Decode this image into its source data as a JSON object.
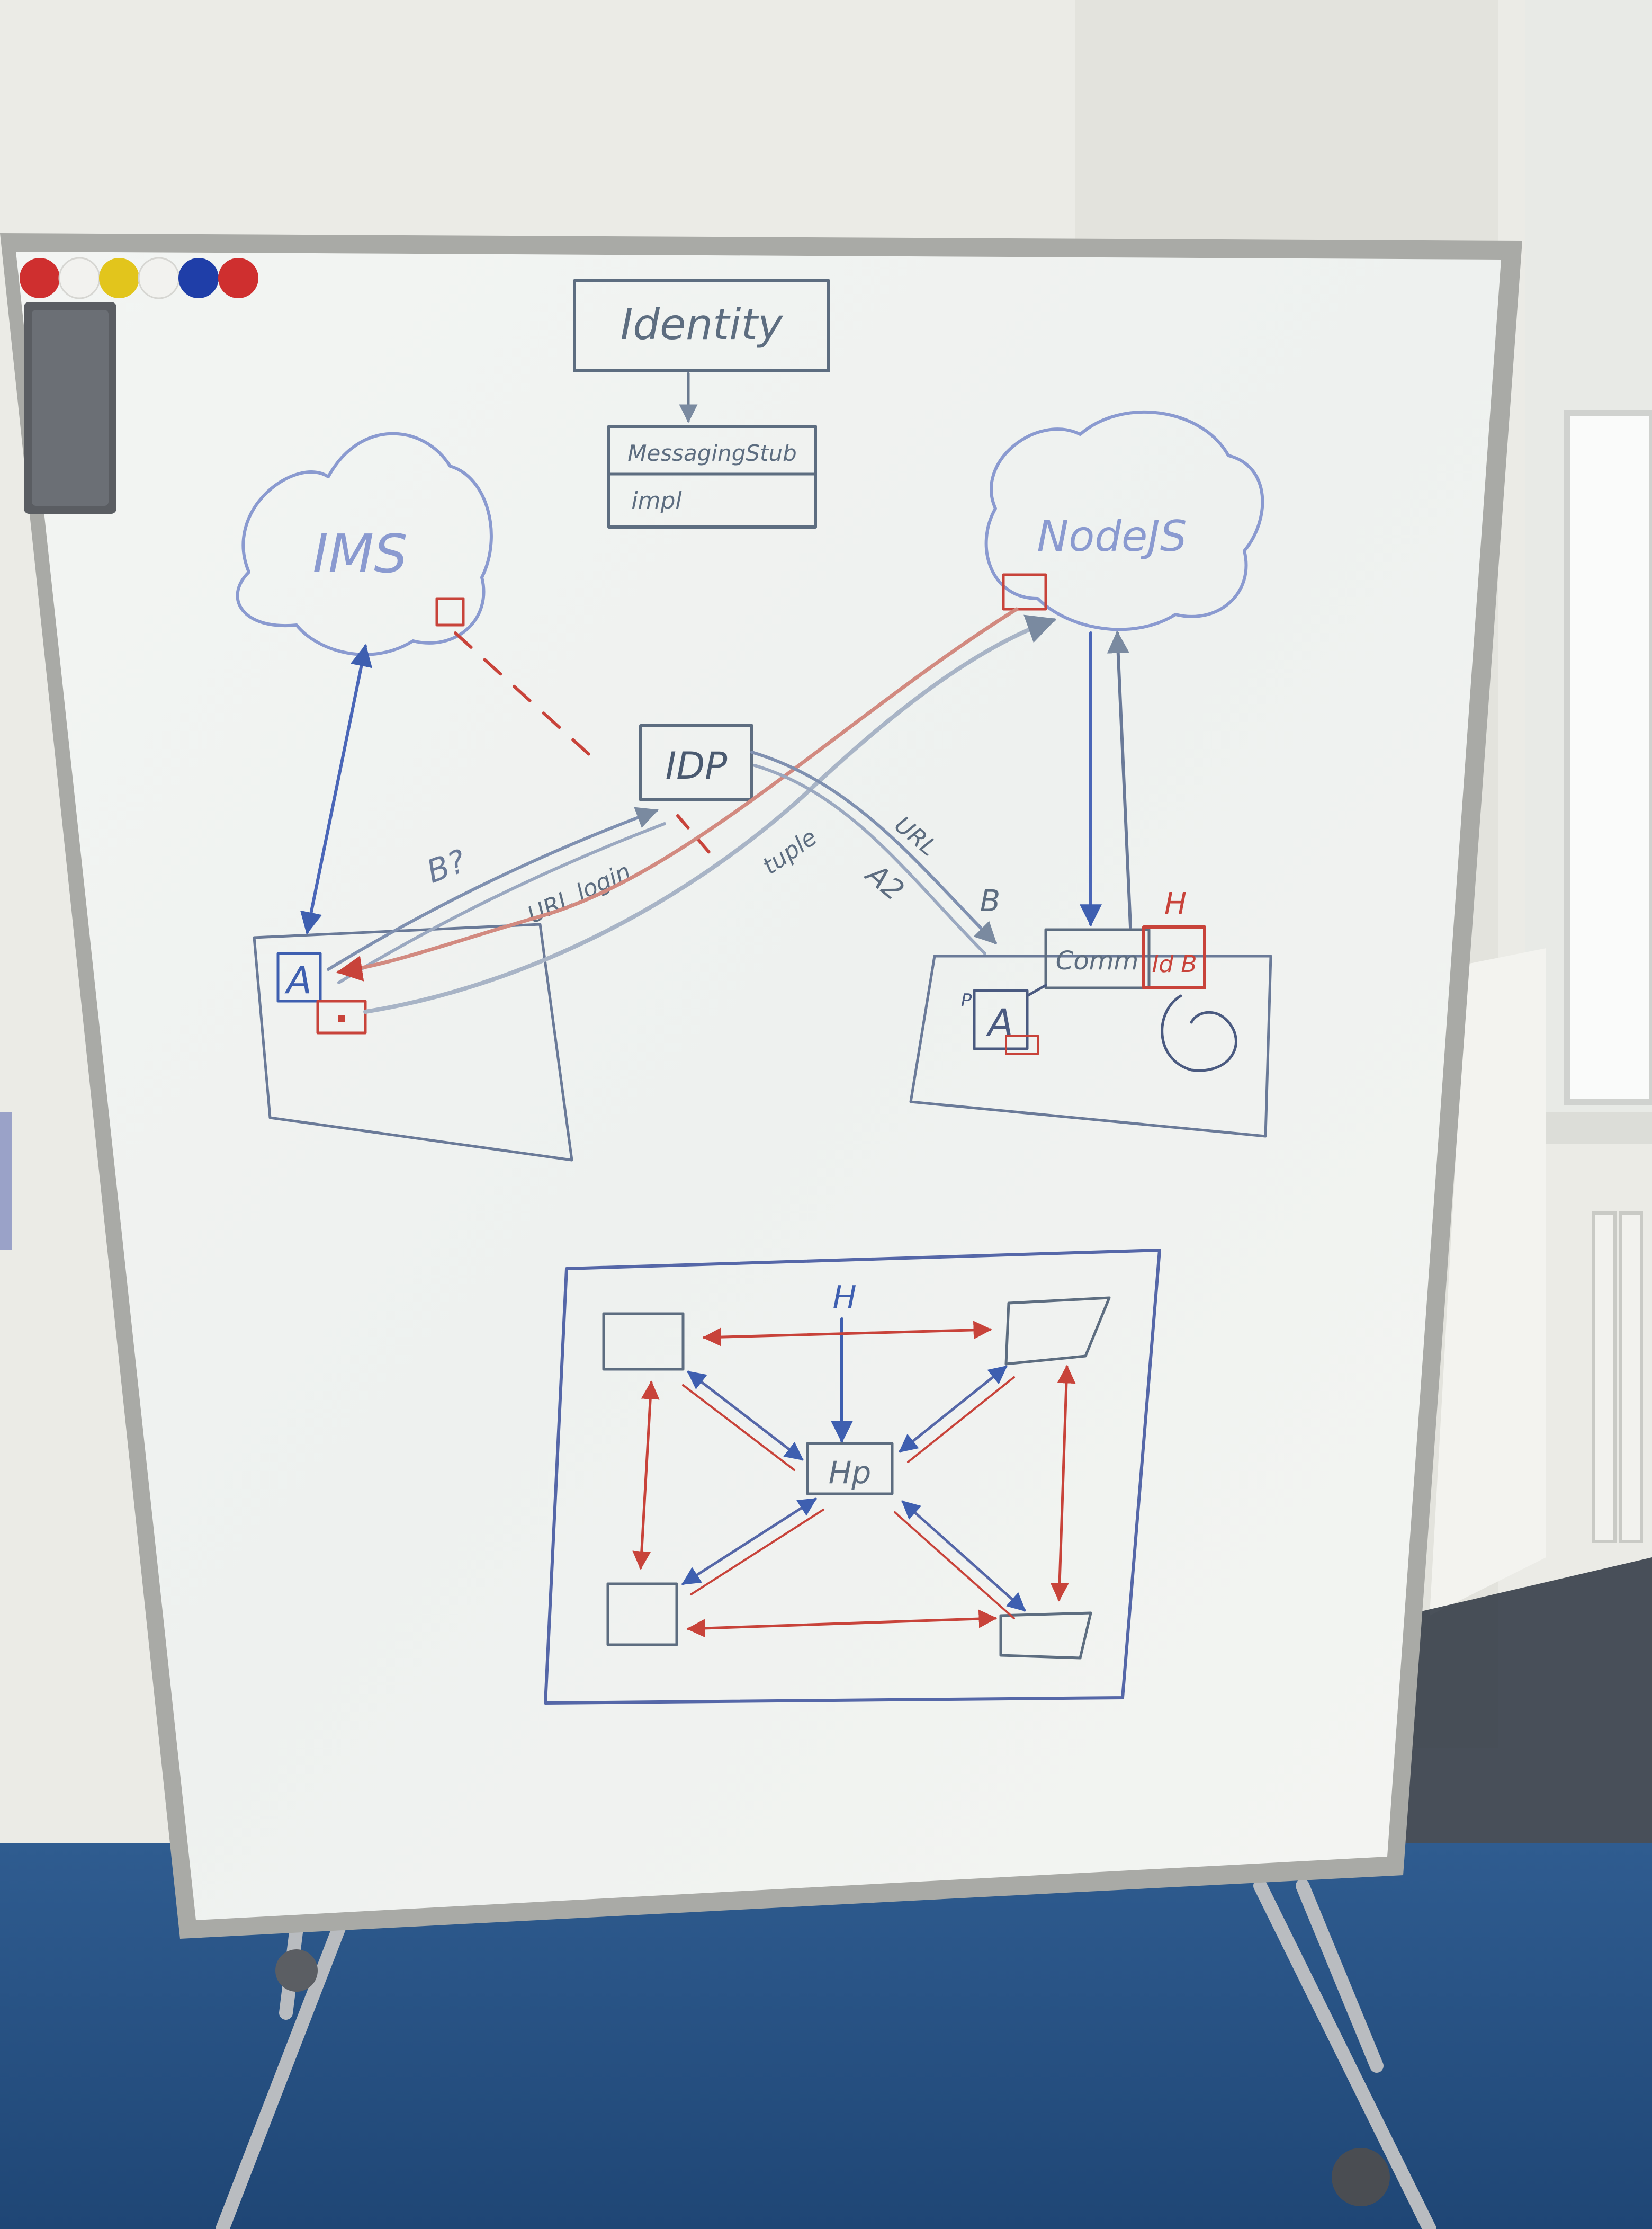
{
  "colors": {
    "wall": "#ebebe6",
    "board": "#f1f3f1",
    "frame": "#a9aaa6",
    "floor": "#2a5485",
    "blue_marker": "#3e5fb0",
    "red_marker": "#c8433a",
    "gray_marker": "#5d6d80"
  },
  "magnets": [
    "red",
    "white",
    "yellow",
    "white",
    "blue",
    "red"
  ],
  "labels": {
    "identity": "Identity",
    "messaging_stub": "MessagingStub",
    "impl": "impl",
    "ims": "IMS",
    "nodejs": "NodeJS",
    "idp": "IDP",
    "b_question": "B?",
    "url_login": "URL login",
    "url": "URL",
    "a2": "A2",
    "tuple": "tuple",
    "b": "B",
    "h": "H",
    "comm": "Comm",
    "idb": "Id B",
    "a": "A",
    "p": "P",
    "hp": "Hp"
  }
}
